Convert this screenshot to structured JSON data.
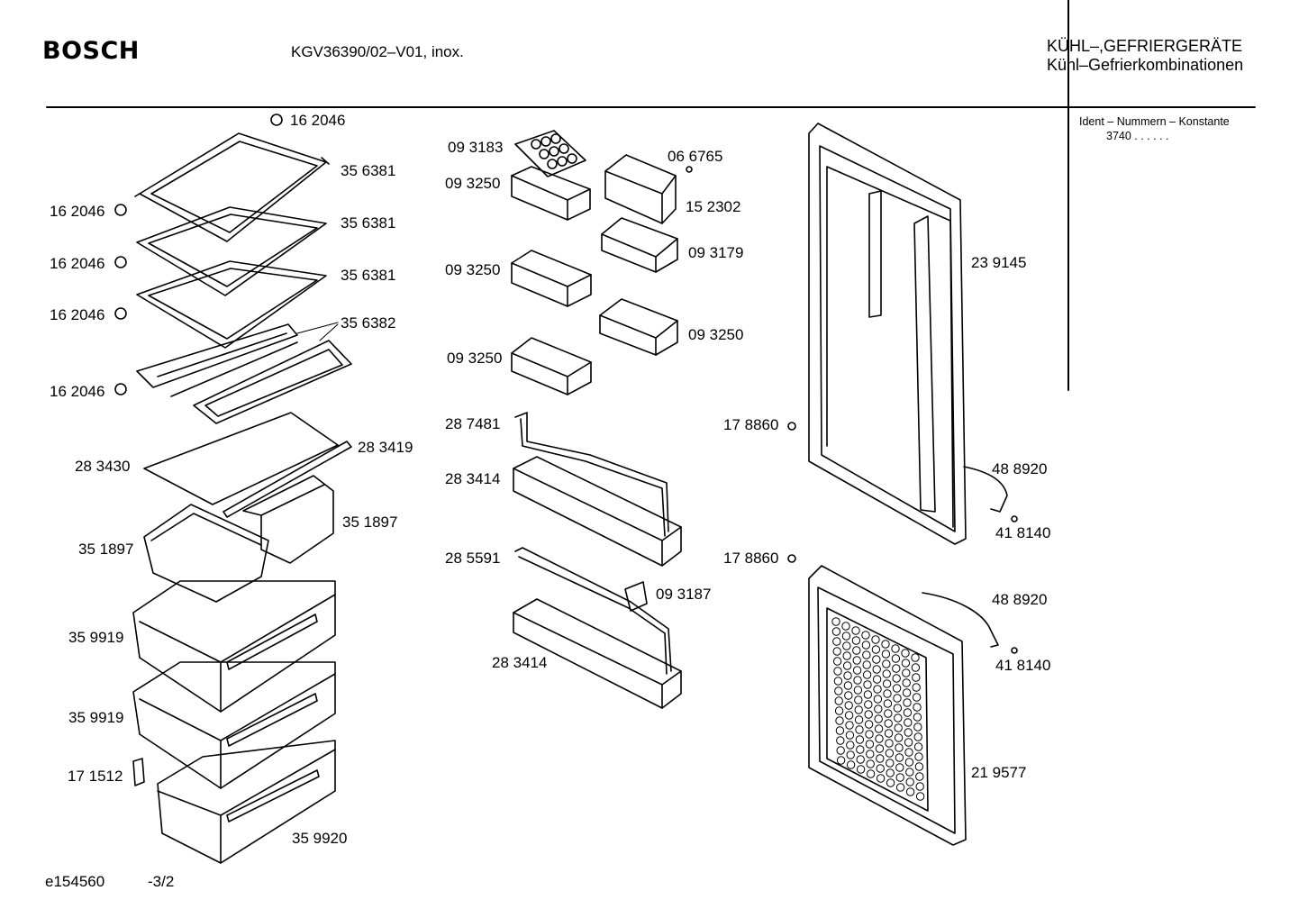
{
  "header": {
    "brand": "BOSCH",
    "model": "KGV36390/02–V01, inox.",
    "category_line1": "KÜHL–,GEFRIERGERÄTE",
    "category_line2": "Kühl–Gefrierkombinationen",
    "ident_title": "Ident – Nummern – Konstante",
    "ident_value": "3740  .  .   .  .  .  ."
  },
  "footer": {
    "drawing_id": "e154560",
    "page": "-3/2"
  },
  "parts": [
    {
      "id": "p01",
      "number": "16 2046"
    },
    {
      "id": "p02",
      "number": "35 6381"
    },
    {
      "id": "p03",
      "number": "16 2046"
    },
    {
      "id": "p04",
      "number": "35 6381"
    },
    {
      "id": "p05",
      "number": "16 2046"
    },
    {
      "id": "p06",
      "number": "35 6381"
    },
    {
      "id": "p07",
      "number": "16 2046"
    },
    {
      "id": "p08",
      "number": "35 6382"
    },
    {
      "id": "p09",
      "number": "16 2046"
    },
    {
      "id": "p10",
      "number": "28 3419"
    },
    {
      "id": "p11",
      "number": "28 3430"
    },
    {
      "id": "p12",
      "number": "35 1897"
    },
    {
      "id": "p13",
      "number": "35 1897"
    },
    {
      "id": "p14",
      "number": "35 9919"
    },
    {
      "id": "p15",
      "number": "35 9919"
    },
    {
      "id": "p16",
      "number": "17 1512"
    },
    {
      "id": "p17",
      "number": "35 9920"
    },
    {
      "id": "p18",
      "number": "09 3183"
    },
    {
      "id": "p19",
      "number": "09 3250"
    },
    {
      "id": "p20",
      "number": "06 6765"
    },
    {
      "id": "p21",
      "number": "15 2302"
    },
    {
      "id": "p22",
      "number": "09 3179"
    },
    {
      "id": "p23",
      "number": "09 3250"
    },
    {
      "id": "p24",
      "number": "09 3250"
    },
    {
      "id": "p25",
      "number": "09 3250"
    },
    {
      "id": "p26",
      "number": "28 7481"
    },
    {
      "id": "p27",
      "number": "28 3414"
    },
    {
      "id": "p28",
      "number": "28 5591"
    },
    {
      "id": "p29",
      "number": "09 3187"
    },
    {
      "id": "p30",
      "number": "28 3414"
    },
    {
      "id": "p31",
      "number": "23 9145"
    },
    {
      "id": "p32",
      "number": "17 8860"
    },
    {
      "id": "p33",
      "number": "48 8920"
    },
    {
      "id": "p34",
      "number": "41 8140"
    },
    {
      "id": "p35",
      "number": "17 8860"
    },
    {
      "id": "p36",
      "number": "48 8920"
    },
    {
      "id": "p37",
      "number": "41 8140"
    },
    {
      "id": "p38",
      "number": "21 9577"
    }
  ]
}
